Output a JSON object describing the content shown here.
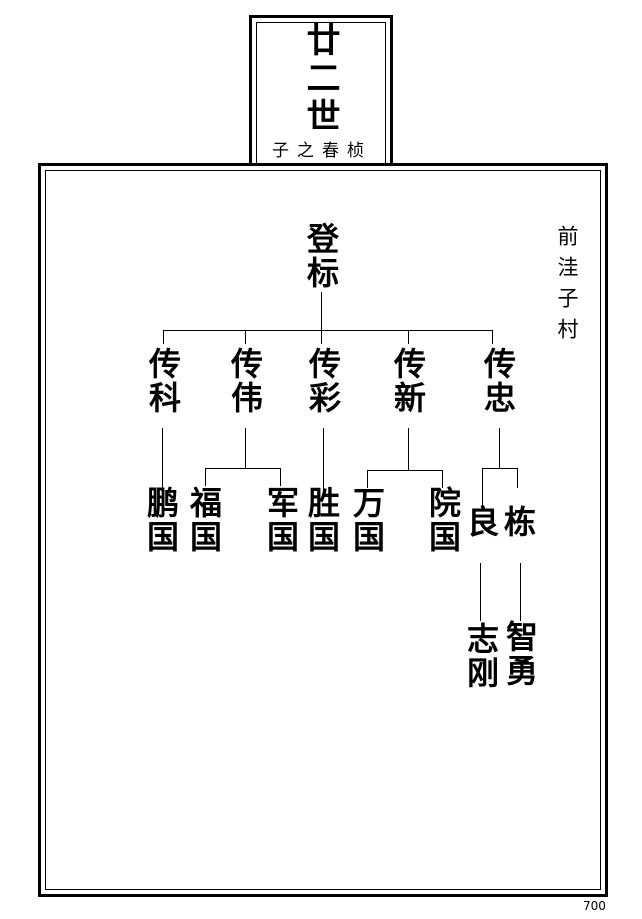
{
  "header": {
    "generation": "廿二世",
    "caption": "子之春桢"
  },
  "village": "前洼子村",
  "tree": {
    "root": "登标",
    "children": [
      "传科",
      "传伟",
      "传彩",
      "传新",
      "传忠"
    ],
    "grandchildren": {
      "g1": "鹏国",
      "g2": "福国",
      "g3": "军国",
      "g4": "胜国",
      "g5": "万国",
      "g6": "院国",
      "g7": "良",
      "g8": "栋"
    },
    "great": {
      "s1": "志刚",
      "s2": "智勇"
    }
  },
  "page_number": "700"
}
